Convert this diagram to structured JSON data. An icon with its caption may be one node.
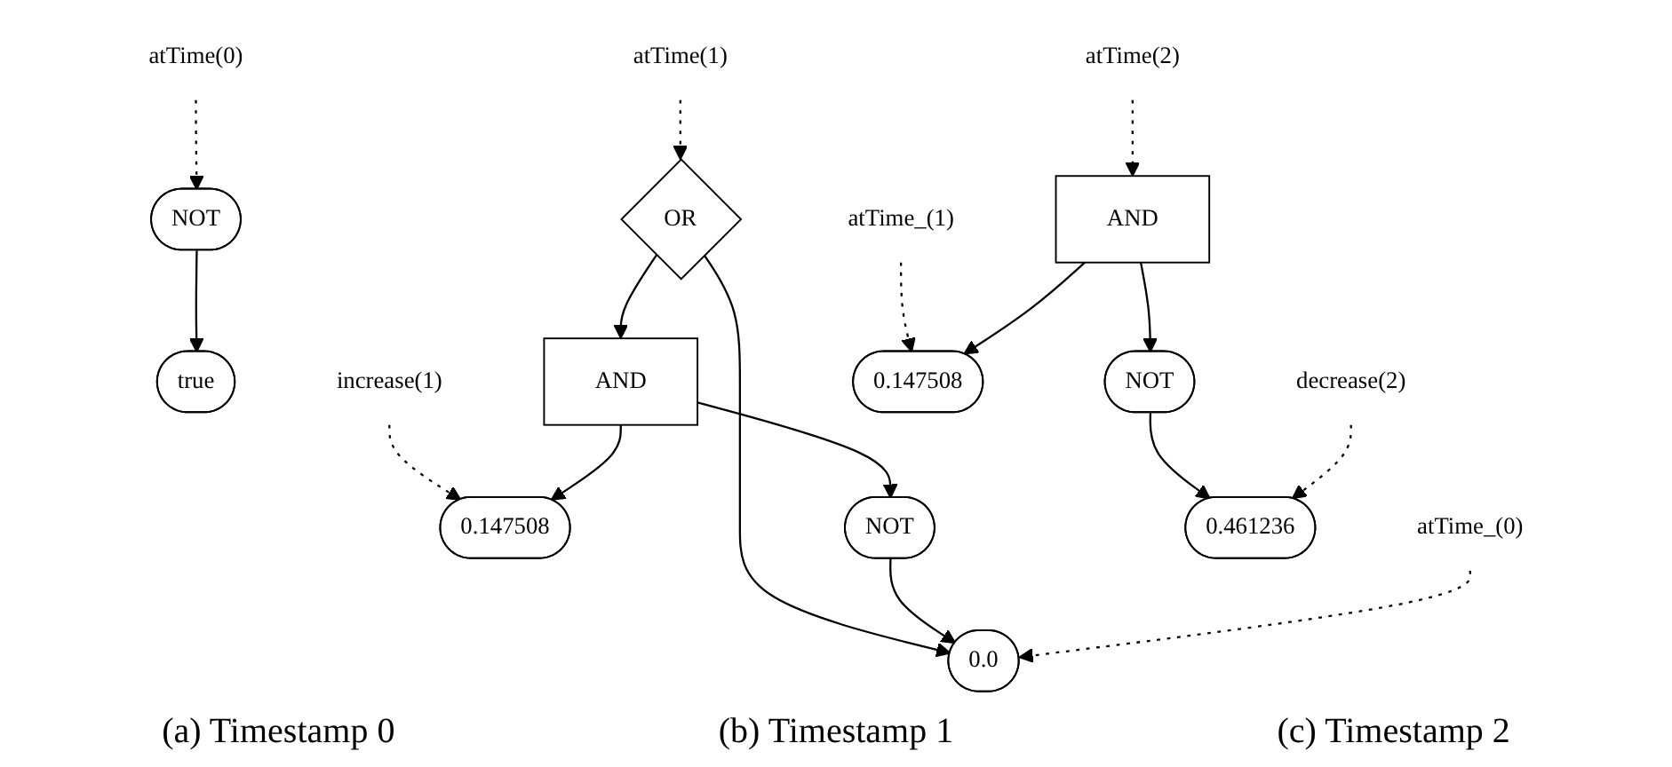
{
  "diagram": {
    "nodes": [
      {
        "text": [
          "atTime(0)"
        ]
      },
      {
        "text": [
          "NOT"
        ]
      },
      {
        "text": [
          "true"
        ]
      },
      {
        "text": [
          "atTime(1)"
        ]
      },
      {
        "text": [
          "OR"
        ]
      },
      {
        "text": [
          "increase(1)"
        ]
      },
      {
        "text": [
          "AND"
        ]
      },
      {
        "text": [
          "0.147508"
        ]
      },
      {
        "text": [
          "NOT"
        ]
      },
      {
        "text": [
          "atTime_(0)"
        ]
      },
      {
        "text": [
          "0.0"
        ]
      },
      {
        "text": [
          "atTime(2)"
        ]
      },
      {
        "text": [
          "atTime_(1)"
        ]
      },
      {
        "text": [
          "AND"
        ]
      },
      {
        "text": [
          "decrease(2)"
        ]
      },
      {
        "text": [
          "0.147508"
        ]
      },
      {
        "text": [
          "NOT"
        ]
      },
      {
        "text": [
          "0.461236"
        ]
      }
    ],
    "edges": [
      {
        "from": 0,
        "to": 1,
        "arrow": "to",
        "style": "dashed"
      },
      {
        "from": 1,
        "to": 2,
        "arrow": "to"
      },
      {
        "from": 3,
        "to": 4,
        "arrow": "to",
        "style": "dashed"
      },
      {
        "from": 4,
        "to": 6,
        "arrow": "to"
      },
      {
        "from": 4,
        "to": 10,
        "arrow": "to"
      },
      {
        "from": 5,
        "to": 7,
        "arrow": "to",
        "style": "dashed"
      },
      {
        "from": 6,
        "to": 7,
        "arrow": "to"
      },
      {
        "from": 6,
        "to": 8,
        "arrow": "to"
      },
      {
        "from": 8,
        "to": 10,
        "arrow": "to"
      },
      {
        "from": 9,
        "to": 10,
        "arrow": "to",
        "style": "dashed"
      },
      {
        "from": 11,
        "to": 13,
        "arrow": "to",
        "style": "dashed"
      },
      {
        "from": 12,
        "to": 15,
        "arrow": "to",
        "style": "dashed"
      },
      {
        "from": 13,
        "to": 15,
        "arrow": "to"
      },
      {
        "from": 13,
        "to": 16,
        "arrow": "to"
      },
      {
        "from": 16,
        "to": 17,
        "arrow": "to"
      },
      {
        "from": 14,
        "to": 17,
        "arrow": "to",
        "style": "dashed"
      }
    ],
    "labels": [
      "(a) Timestamp 0",
      "(b) Timestamp 1",
      "(c) Timestamp 2"
    ]
  }
}
